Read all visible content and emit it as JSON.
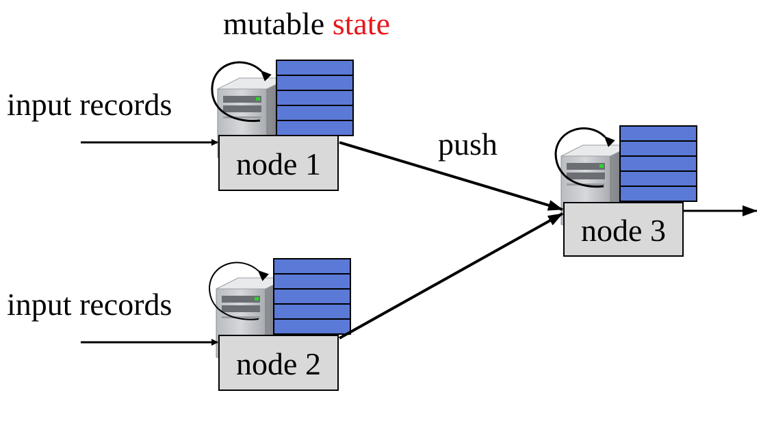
{
  "title": {
    "mutable": "mutable",
    "state": "state"
  },
  "labels": {
    "input_records_1": "input records",
    "input_records_2": "input records",
    "push": "push"
  },
  "nodes": {
    "node1": "node 1",
    "node2": "node 2",
    "node3": "node 3"
  },
  "colors": {
    "state_word": "#e8161b",
    "state_block": "#5b79d6",
    "label_box": "#d9d9d9",
    "arrow": "#000000"
  },
  "icons": {
    "server": "server-icon",
    "cycle": "cycle-arrow-icon",
    "state_stack": "state-stack-icon"
  }
}
